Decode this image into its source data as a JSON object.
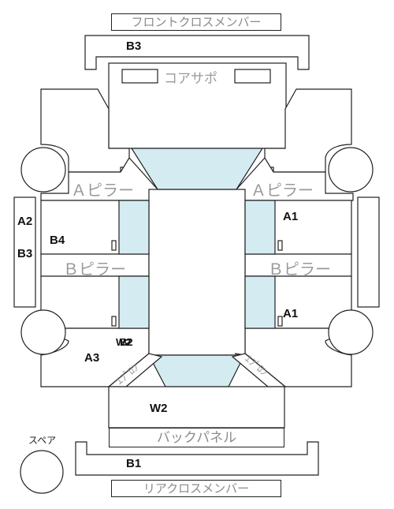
{
  "labels": {
    "front_cross_member": "フロントクロスメンバー",
    "rear_cross_member": "リアクロスメンバー",
    "core_support": "コアサポ",
    "a_pillar_left": "Ａピラー",
    "a_pillar_right": "Ａピラー",
    "b_pillar_left": "Ｂピラー",
    "b_pillar_right": "Ｂピラー",
    "back_panel": "バックパネル",
    "spare": "スペア",
    "front_apron_left": "ｴﾌﾟﾛﾝ",
    "front_apron_right": "ｴﾌﾟﾛﾝ"
  },
  "codes": {
    "front": "B3",
    "rear": "B1",
    "right_front": "A1",
    "right_rear": "A1",
    "left_panel_top": "A2",
    "left_panel_bottom": "B3",
    "left_front": "B4",
    "left_rear": "A3",
    "center_left_a": "W2",
    "center_left_b": "B2",
    "rear_center": "W2"
  },
  "colors": {
    "glass": "#d4ebf2",
    "outline": "#222222",
    "label_gray": "#9a9a9a"
  }
}
